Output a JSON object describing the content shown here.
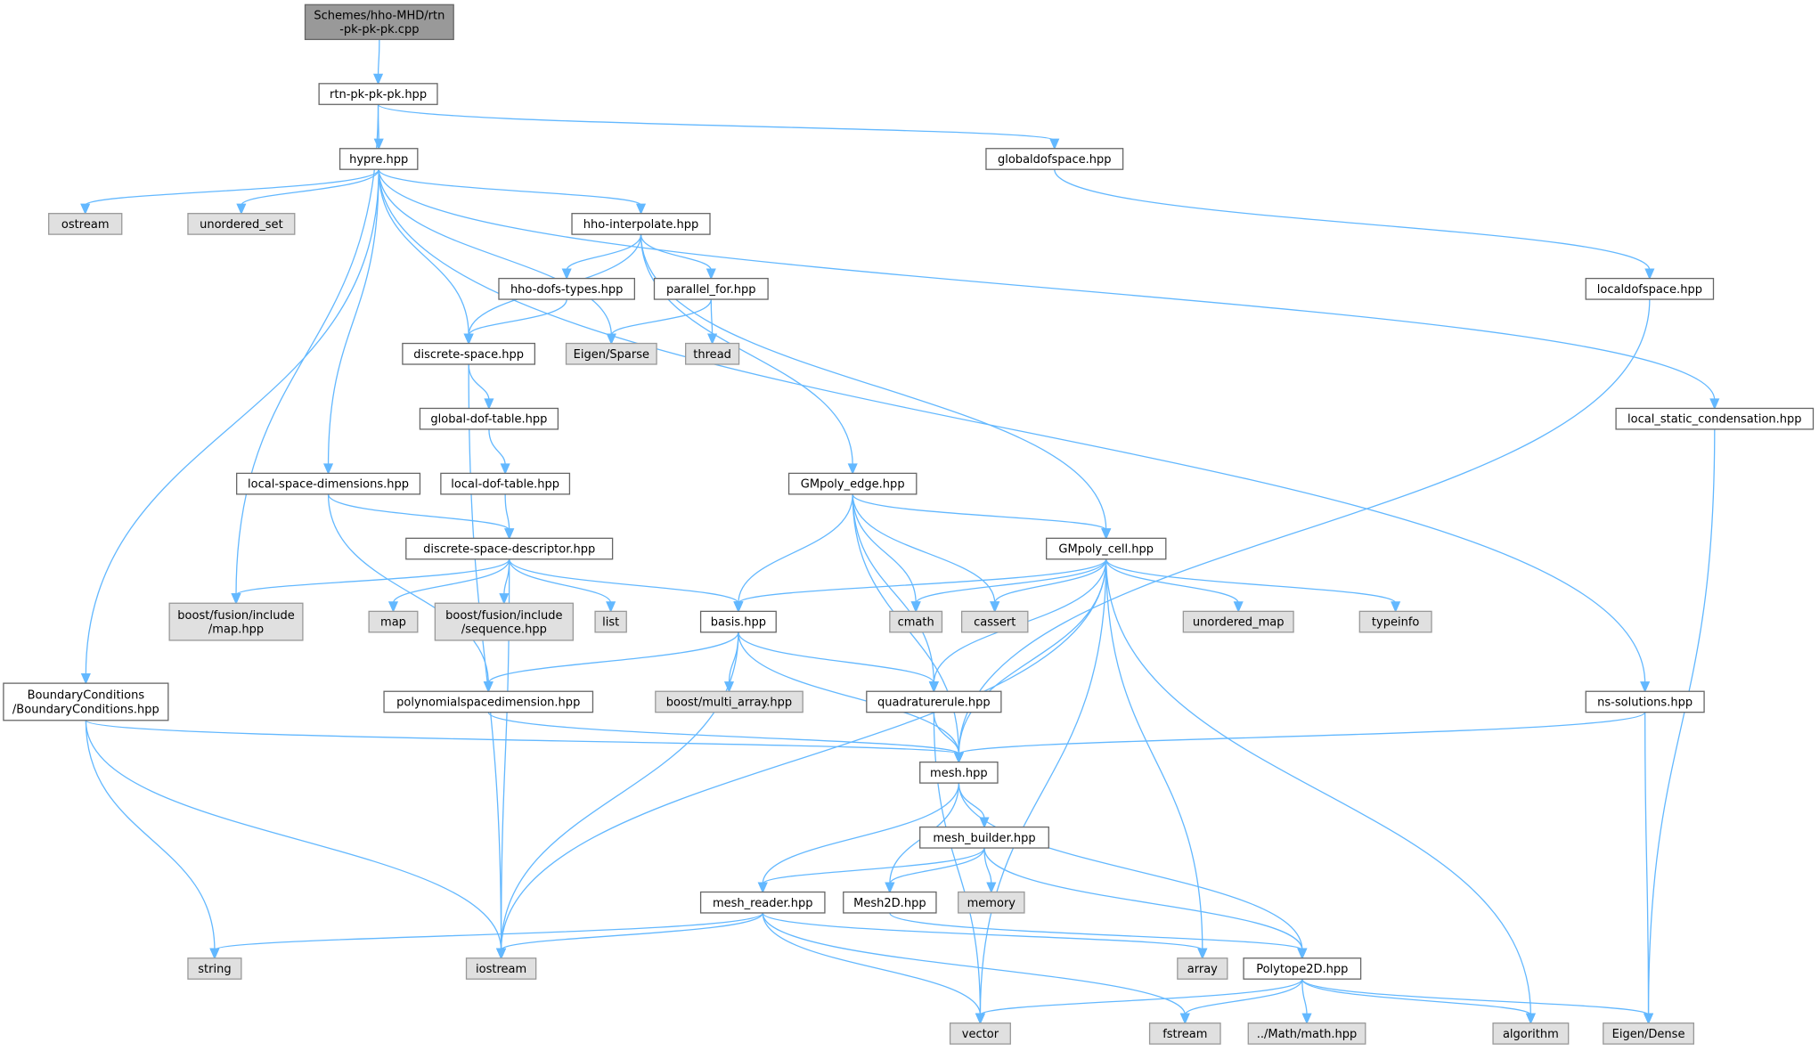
{
  "colors": {
    "main_fill": "#999999",
    "file_fill": "#ffffff",
    "system_fill": "#e0e0e0",
    "edge": "#63b8ff",
    "border": "#666666"
  },
  "nodes": [
    {
      "id": "main",
      "label": [
        "Schemes/hho-MHD/rtn",
        "-pk-pk-pk.cpp"
      ],
      "kind": "main"
    },
    {
      "id": "rtn",
      "label": [
        "rtn-pk-pk-pk.hpp"
      ],
      "kind": "file"
    },
    {
      "id": "hypre",
      "label": [
        "hypre.hpp"
      ],
      "kind": "file"
    },
    {
      "id": "globaldofspace",
      "label": [
        "globaldofspace.hpp"
      ],
      "kind": "file"
    },
    {
      "id": "ostream",
      "label": [
        "ostream"
      ],
      "kind": "system"
    },
    {
      "id": "unordered_set",
      "label": [
        "unordered_set"
      ],
      "kind": "system"
    },
    {
      "id": "hho_interpolate",
      "label": [
        "hho-interpolate.hpp"
      ],
      "kind": "file"
    },
    {
      "id": "localdofspace",
      "label": [
        "localdofspace.hpp"
      ],
      "kind": "file"
    },
    {
      "id": "hho_dofs_types",
      "label": [
        "hho-dofs-types.hpp"
      ],
      "kind": "file"
    },
    {
      "id": "parallel_for",
      "label": [
        "parallel_for.hpp"
      ],
      "kind": "file"
    },
    {
      "id": "discrete_space",
      "label": [
        "discrete-space.hpp"
      ],
      "kind": "file"
    },
    {
      "id": "eigen_sparse",
      "label": [
        "Eigen/Sparse"
      ],
      "kind": "system"
    },
    {
      "id": "thread",
      "label": [
        "thread"
      ],
      "kind": "system"
    },
    {
      "id": "global_dof_table",
      "label": [
        "global-dof-table.hpp"
      ],
      "kind": "file"
    },
    {
      "id": "local_static_condensation",
      "label": [
        "local_static_condensation.hpp"
      ],
      "kind": "file"
    },
    {
      "id": "local_space_dimensions",
      "label": [
        "local-space-dimensions.hpp"
      ],
      "kind": "file"
    },
    {
      "id": "local_dof_table",
      "label": [
        "local-dof-table.hpp"
      ],
      "kind": "file"
    },
    {
      "id": "gmpoly_edge",
      "label": [
        "GMpoly_edge.hpp"
      ],
      "kind": "file"
    },
    {
      "id": "dsd",
      "label": [
        "discrete-space-descriptor.hpp"
      ],
      "kind": "file"
    },
    {
      "id": "gmpoly_cell",
      "label": [
        "GMpoly_cell.hpp"
      ],
      "kind": "file"
    },
    {
      "id": "bf_map",
      "label": [
        "boost/fusion/include",
        "/map.hpp"
      ],
      "kind": "system"
    },
    {
      "id": "map",
      "label": [
        "map"
      ],
      "kind": "system"
    },
    {
      "id": "bf_seq",
      "label": [
        "boost/fusion/include",
        "/sequence.hpp"
      ],
      "kind": "system"
    },
    {
      "id": "list",
      "label": [
        "list"
      ],
      "kind": "system"
    },
    {
      "id": "basis",
      "label": [
        "basis.hpp"
      ],
      "kind": "file"
    },
    {
      "id": "cmath",
      "label": [
        "cmath"
      ],
      "kind": "system"
    },
    {
      "id": "cassert",
      "label": [
        "cassert"
      ],
      "kind": "system"
    },
    {
      "id": "unordered_map",
      "label": [
        "unordered_map"
      ],
      "kind": "system"
    },
    {
      "id": "typeinfo",
      "label": [
        "typeinfo"
      ],
      "kind": "system"
    },
    {
      "id": "bc",
      "label": [
        "BoundaryConditions",
        "/BoundaryConditions.hpp"
      ],
      "kind": "file"
    },
    {
      "id": "psd",
      "label": [
        "polynomialspacedimension.hpp"
      ],
      "kind": "file"
    },
    {
      "id": "multi_array",
      "label": [
        "boost/multi_array.hpp"
      ],
      "kind": "system"
    },
    {
      "id": "quadraturerule",
      "label": [
        "quadraturerule.hpp"
      ],
      "kind": "file"
    },
    {
      "id": "ns_solutions",
      "label": [
        "ns-solutions.hpp"
      ],
      "kind": "file"
    },
    {
      "id": "mesh",
      "label": [
        "mesh.hpp"
      ],
      "kind": "file"
    },
    {
      "id": "mesh_builder",
      "label": [
        "mesh_builder.hpp"
      ],
      "kind": "file"
    },
    {
      "id": "mesh_reader",
      "label": [
        "mesh_reader.hpp"
      ],
      "kind": "file"
    },
    {
      "id": "mesh2d",
      "label": [
        "Mesh2D.hpp"
      ],
      "kind": "file"
    },
    {
      "id": "memory",
      "label": [
        "memory"
      ],
      "kind": "system"
    },
    {
      "id": "string",
      "label": [
        "string"
      ],
      "kind": "system"
    },
    {
      "id": "iostream",
      "label": [
        "iostream"
      ],
      "kind": "system"
    },
    {
      "id": "array",
      "label": [
        "array"
      ],
      "kind": "system"
    },
    {
      "id": "polytope2d",
      "label": [
        "Polytope2D.hpp"
      ],
      "kind": "file"
    },
    {
      "id": "vector",
      "label": [
        "vector"
      ],
      "kind": "system"
    },
    {
      "id": "fstream",
      "label": [
        "fstream"
      ],
      "kind": "system"
    },
    {
      "id": "math",
      "label": [
        "../Math/math.hpp"
      ],
      "kind": "system"
    },
    {
      "id": "algorithm",
      "label": [
        "algorithm"
      ],
      "kind": "system"
    },
    {
      "id": "eigen_dense",
      "label": [
        "Eigen/Dense"
      ],
      "kind": "system"
    }
  ],
  "edges": [
    [
      "main",
      "rtn"
    ],
    [
      "rtn",
      "hypre"
    ],
    [
      "rtn",
      "globaldofspace"
    ],
    [
      "rtn",
      "bf_map"
    ],
    [
      "hypre",
      "ostream"
    ],
    [
      "hypre",
      "unordered_set"
    ],
    [
      "hypre",
      "hho_interpolate"
    ],
    [
      "hypre",
      "discrete_space"
    ],
    [
      "hypre",
      "eigen_sparse"
    ],
    [
      "hypre",
      "local_space_dimensions"
    ],
    [
      "hypre",
      "bc"
    ],
    [
      "hypre",
      "local_static_condensation"
    ],
    [
      "hypre",
      "ns_solutions"
    ],
    [
      "globaldofspace",
      "localdofspace"
    ],
    [
      "localdofspace",
      "mesh"
    ],
    [
      "hho_interpolate",
      "hho_dofs_types"
    ],
    [
      "hho_interpolate",
      "parallel_for"
    ],
    [
      "hho_interpolate",
      "discrete_space"
    ],
    [
      "hho_interpolate",
      "gmpoly_edge"
    ],
    [
      "hho_interpolate",
      "gmpoly_cell"
    ],
    [
      "hho_dofs_types",
      "discrete_space"
    ],
    [
      "parallel_for",
      "eigen_sparse"
    ],
    [
      "parallel_for",
      "thread"
    ],
    [
      "discrete_space",
      "global_dof_table"
    ],
    [
      "discrete_space",
      "iostream"
    ],
    [
      "global_dof_table",
      "local_dof_table"
    ],
    [
      "local_dof_table",
      "dsd"
    ],
    [
      "local_space_dimensions",
      "dsd"
    ],
    [
      "local_space_dimensions",
      "psd"
    ],
    [
      "local_static_condensation",
      "eigen_dense"
    ],
    [
      "gmpoly_edge",
      "gmpoly_cell"
    ],
    [
      "gmpoly_edge",
      "basis"
    ],
    [
      "gmpoly_edge",
      "cmath"
    ],
    [
      "gmpoly_edge",
      "cassert"
    ],
    [
      "gmpoly_edge",
      "quadraturerule"
    ],
    [
      "gmpoly_edge",
      "mesh"
    ],
    [
      "dsd",
      "bf_map"
    ],
    [
      "dsd",
      "map"
    ],
    [
      "dsd",
      "bf_seq"
    ],
    [
      "dsd",
      "list"
    ],
    [
      "dsd",
      "basis"
    ],
    [
      "dsd",
      "iostream"
    ],
    [
      "gmpoly_cell",
      "basis"
    ],
    [
      "gmpoly_cell",
      "cmath"
    ],
    [
      "gmpoly_cell",
      "cassert"
    ],
    [
      "gmpoly_cell",
      "unordered_map"
    ],
    [
      "gmpoly_cell",
      "typeinfo"
    ],
    [
      "gmpoly_cell",
      "quadraturerule"
    ],
    [
      "gmpoly_cell",
      "mesh"
    ],
    [
      "gmpoly_cell",
      "iostream"
    ],
    [
      "gmpoly_cell",
      "vector"
    ],
    [
      "gmpoly_cell",
      "array"
    ],
    [
      "gmpoly_cell",
      "algorithm"
    ],
    [
      "basis",
      "psd"
    ],
    [
      "basis",
      "multi_array"
    ],
    [
      "basis",
      "quadraturerule"
    ],
    [
      "basis",
      "mesh"
    ],
    [
      "basis",
      "iostream"
    ],
    [
      "bc",
      "mesh"
    ],
    [
      "bc",
      "string"
    ],
    [
      "bc",
      "iostream"
    ],
    [
      "psd",
      "mesh"
    ],
    [
      "quadraturerule",
      "mesh"
    ],
    [
      "quadraturerule",
      "vector"
    ],
    [
      "ns_solutions",
      "mesh"
    ],
    [
      "ns_solutions",
      "eigen_dense"
    ],
    [
      "mesh",
      "mesh_builder"
    ],
    [
      "mesh",
      "mesh_reader"
    ],
    [
      "mesh",
      "mesh2d"
    ],
    [
      "mesh",
      "polytope2d"
    ],
    [
      "mesh_builder",
      "mesh_reader"
    ],
    [
      "mesh_builder",
      "mesh2d"
    ],
    [
      "mesh_builder",
      "memory"
    ],
    [
      "mesh_builder",
      "polytope2d"
    ],
    [
      "mesh_reader",
      "string"
    ],
    [
      "mesh_reader",
      "iostream"
    ],
    [
      "mesh_reader",
      "vector"
    ],
    [
      "mesh_reader",
      "fstream"
    ],
    [
      "mesh_reader",
      "array"
    ],
    [
      "mesh2d",
      "polytope2d"
    ],
    [
      "polytope2d",
      "vector"
    ],
    [
      "polytope2d",
      "fstream"
    ],
    [
      "polytope2d",
      "math"
    ],
    [
      "polytope2d",
      "algorithm"
    ],
    [
      "polytope2d",
      "eigen_dense"
    ]
  ]
}
